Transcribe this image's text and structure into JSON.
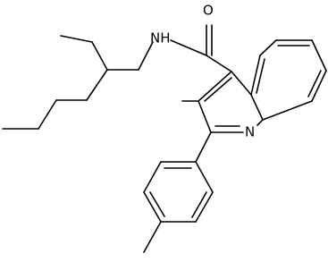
{
  "molecule": {
    "atoms": {
      "O": "O",
      "NH": "NH",
      "N": "N"
    }
  },
  "colors": {
    "bond": "#000000",
    "label": "#000000",
    "background": "#ffffff"
  }
}
